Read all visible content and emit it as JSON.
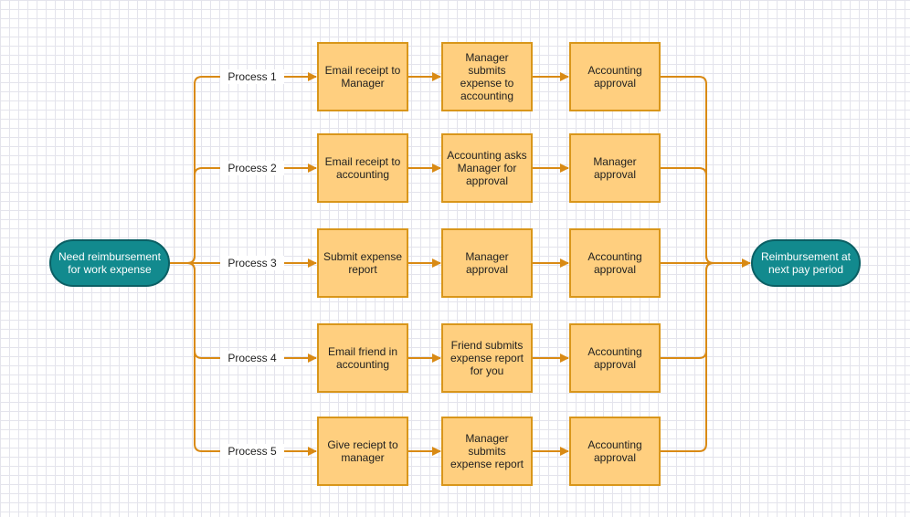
{
  "diagram": {
    "start": "Need reimbursement for work expense",
    "end": "Reimbursement at next pay period",
    "processes": [
      {
        "label": "Process 1",
        "steps": [
          "Email receipt to Manager",
          "Manager submits expense to accounting",
          "Accounting approval"
        ]
      },
      {
        "label": "Process 2",
        "steps": [
          "Email receipt to accounting",
          "Accounting asks Manager for approval",
          "Manager approval"
        ]
      },
      {
        "label": "Process 3",
        "steps": [
          "Submit expense report",
          "Manager approval",
          "Accounting approval"
        ]
      },
      {
        "label": "Process 4",
        "steps": [
          "Email friend in accounting",
          "Friend submits expense report for you",
          "Accounting approval"
        ]
      },
      {
        "label": "Process 5",
        "steps": [
          "Give reciept to manager",
          "Manager submits expense report",
          "Accounting approval"
        ]
      }
    ],
    "colors": {
      "terminal_fill": "#128a8e",
      "terminal_stroke": "#0b5f64",
      "step_fill": "#ffcf7f",
      "step_stroke": "#d9961a",
      "connector": "#d98a14"
    }
  }
}
